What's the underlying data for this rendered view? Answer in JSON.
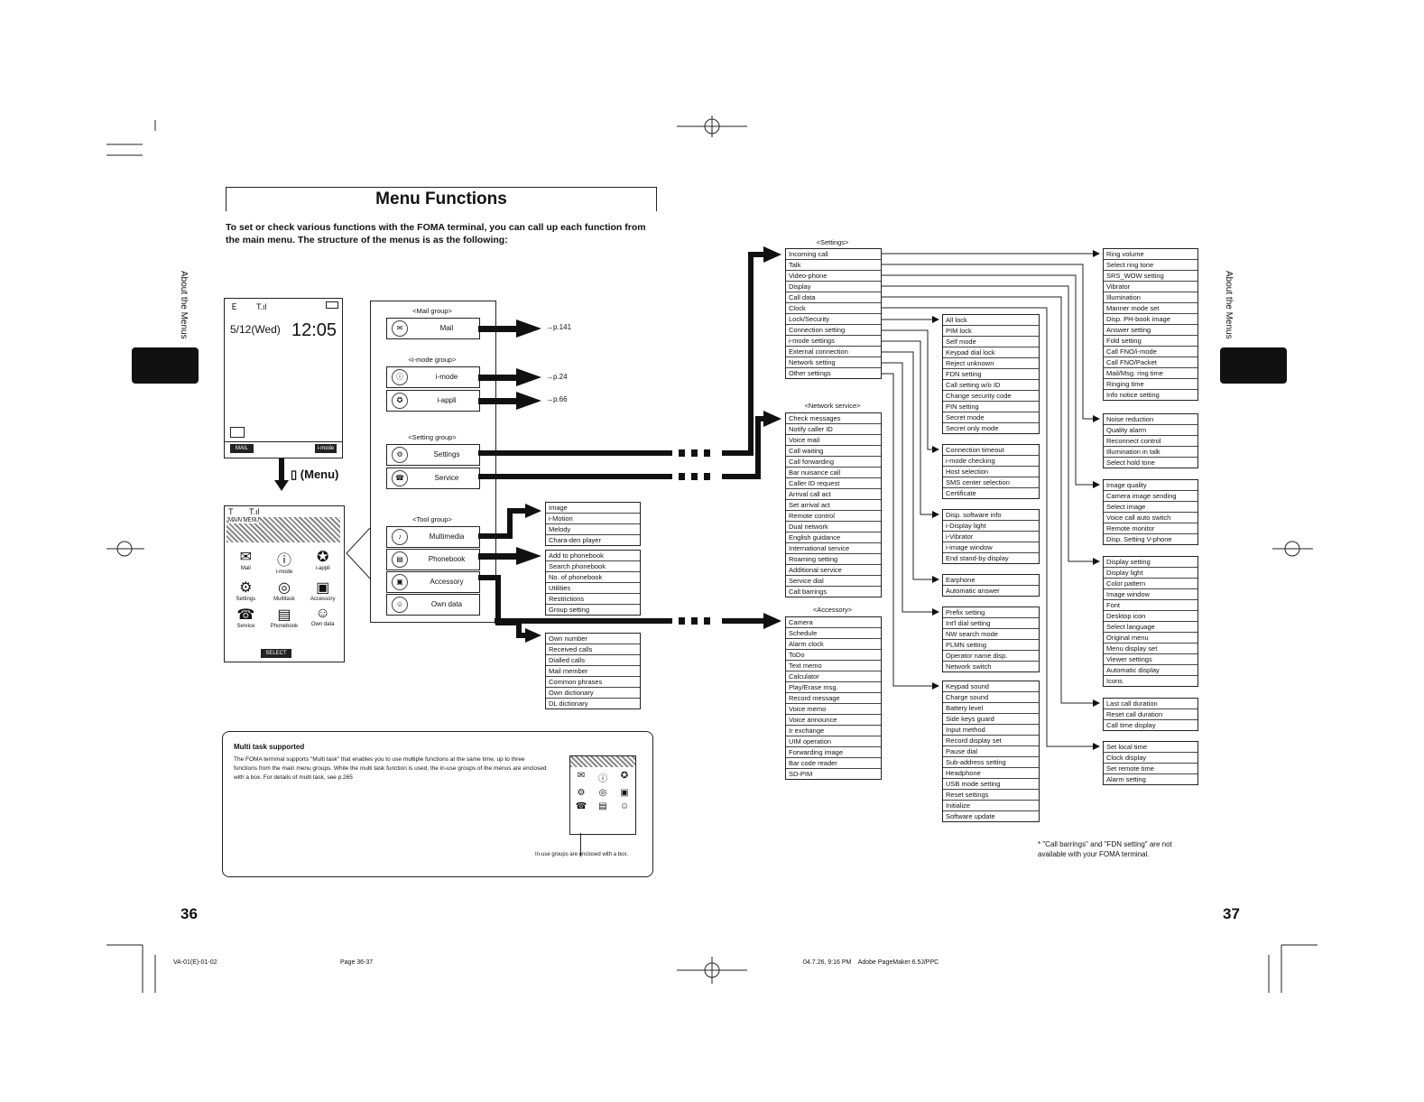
{
  "title": "Menu Functions",
  "intro": "To set or check various functions with the FOMA terminal, you can call up each function from the main menu. The structure of the menus is as the following:",
  "side_label": "About the Menus",
  "page_left": "36",
  "page_right": "37",
  "phone_top": {
    "date": "5/12(Wed)",
    "time": "12:05",
    "soft_left": "MAIL",
    "soft_right": "i-mode"
  },
  "menu_key": "(Menu)",
  "phone_menu": {
    "header": "MAIN MENU",
    "items": [
      "Mail",
      "i-mode",
      "i-appli",
      "Settings",
      "Multitask",
      "Accessory",
      "Service",
      "Phonebook",
      "Own data"
    ],
    "soft": "SELECT"
  },
  "groups": {
    "mail": {
      "heading": "<Mail group>",
      "items": [
        {
          "label": "Mail",
          "ref": "→p.141"
        }
      ]
    },
    "imode": {
      "heading": "<i-mode group>",
      "items": [
        {
          "label": "i-mode",
          "ref": "→p.24"
        },
        {
          "label": "i-appli",
          "ref": "→p.66"
        }
      ]
    },
    "setting": {
      "heading": "<Setting group>",
      "items": [
        {
          "label": "Settings"
        },
        {
          "label": "Service"
        }
      ]
    },
    "tool": {
      "heading": "<Tool group>",
      "items": [
        {
          "label": "Multimedia"
        },
        {
          "label": "Phonebook"
        },
        {
          "label": "Accessory"
        },
        {
          "label": "Own data"
        }
      ]
    }
  },
  "multimedia_list": [
    "Image",
    "i-Motion",
    "Melody",
    "Chara-den player"
  ],
  "phonebook_list": [
    "Add to phonebook",
    "Search phonebook",
    "No. of phonebook",
    "Utilities",
    "Restrictions",
    "Group setting"
  ],
  "owndata_list": [
    "Own number",
    "Received calls",
    "Dialled calls",
    "Mail member",
    "Common phrases",
    "Own dictionary",
    "DL dictionary"
  ],
  "settings_heading": "<Settings>",
  "settings_list": [
    "Incoming call",
    "Talk",
    "Video-phone",
    "Display",
    "Call data",
    "Clock",
    "Lock/Security",
    "Connection setting",
    "i-mode settings",
    "External connection",
    "Network setting",
    "Other settings"
  ],
  "network_heading": "<Network service>",
  "network_list": [
    "Check messages",
    "Notify caller ID",
    "Voice mail",
    "Call waiting",
    "Call forwarding",
    "Bar nuisance call",
    "Caller ID request",
    "Arrival call act",
    "Set arrival act",
    "Remote control",
    "Dual network",
    "English guidance",
    "International service",
    "Roaming setting",
    "Additional service",
    "Service dial",
    "Call barrings"
  ],
  "accessory_heading": "<Accessory>",
  "accessory_list": [
    "Camera",
    "Schedule",
    "Alarm clock",
    "ToDo",
    "Text memo",
    "Calculator",
    "Play/Erase msg.",
    "Record message",
    "Voice memo",
    "Voice announce",
    "Ir exchange",
    "UIM operation",
    "Forwarding image",
    "Bar code reader",
    "SD-PIM"
  ],
  "lock_list": [
    "All lock",
    "PIM lock",
    "Self mode",
    "Keypad dial lock",
    "Reject unknown",
    "FDN setting",
    "Call setting w/o ID",
    "Change security code",
    "PIN setting",
    "Secret mode",
    "Secret only mode"
  ],
  "connection_list": [
    "Connection timeout",
    "i-mode checking",
    "Host selection",
    "SMS center selection",
    "Certificate"
  ],
  "imode_settings_list": [
    "Disp. software info",
    "i-Display light",
    "i-Vibrator",
    "i-image window",
    "End stand-by display"
  ],
  "external_list": [
    "Earphone",
    "Automatic answer"
  ],
  "network_setting_list": [
    "Prefix setting",
    "Int'l dial setting",
    "NW search mode",
    "PLMN setting",
    "Operator name disp.",
    "Network switch"
  ],
  "other_list": [
    "Keypad sound",
    "Charge sound",
    "Battery level",
    "Side keys guard",
    "Input method",
    "Record display set",
    "Pause dial",
    "Sub-address setting",
    "Headphone",
    "USB mode setting",
    "Reset settings",
    "Initialize",
    "Software update"
  ],
  "incoming_list": [
    "Ring volume",
    "Select ring tone",
    "SRS_WOW setting",
    "Vibrator",
    "Illumination",
    "Manner mode set",
    "Disp. PH-book image",
    "Answer setting",
    "Fold setting",
    "Call FNO/i-mode",
    "Call FNO/Packet",
    "Mail/Msg. ring time",
    "Ringing time",
    "Info notice setting"
  ],
  "talk_list": [
    "Noise reduction",
    "Quality alarm",
    "Reconnect control",
    "Illumination in talk",
    "Select hold tone"
  ],
  "videophone_list": [
    "Image quality",
    "Camera image sending",
    "Select image",
    "Voice call auto switch",
    "Remote monitor",
    "Disp. Setting V-phone"
  ],
  "display_list": [
    "Display setting",
    "Display light",
    "Color pattern",
    "Image window",
    "Font",
    "Desktop icon",
    "Select language",
    "Original menu",
    "Menu display set",
    "Viewer settings",
    "Automatic display",
    "Icons"
  ],
  "calldata_list": [
    "Last call duration",
    "Reset call duration",
    "Call time display"
  ],
  "clock_list": [
    "Set local time",
    "Clock display",
    "Set remote time",
    "Alarm setting"
  ],
  "footnote": "* \"Call barrings\" and \"FDN setting\" are not available with your FOMA terminal.",
  "note": {
    "heading": "Multi task supported",
    "body": "The FOMA terminal supports \"Multi task\" that enables you to use multiple functions at the same time, up to three functions from the main menu groups. While the multi task function is used, the in-use groups of the menus are enclosed with a box. For details of multi task, see p.265",
    "callout": "In-use groups are enclosed with a box."
  },
  "footer": {
    "left": "VA-01(E)-01-02",
    "mid": "Page 36-37",
    "right": "04.7.26, 9:16 PM    Adobe PageMaker 6.5J/PPC"
  }
}
